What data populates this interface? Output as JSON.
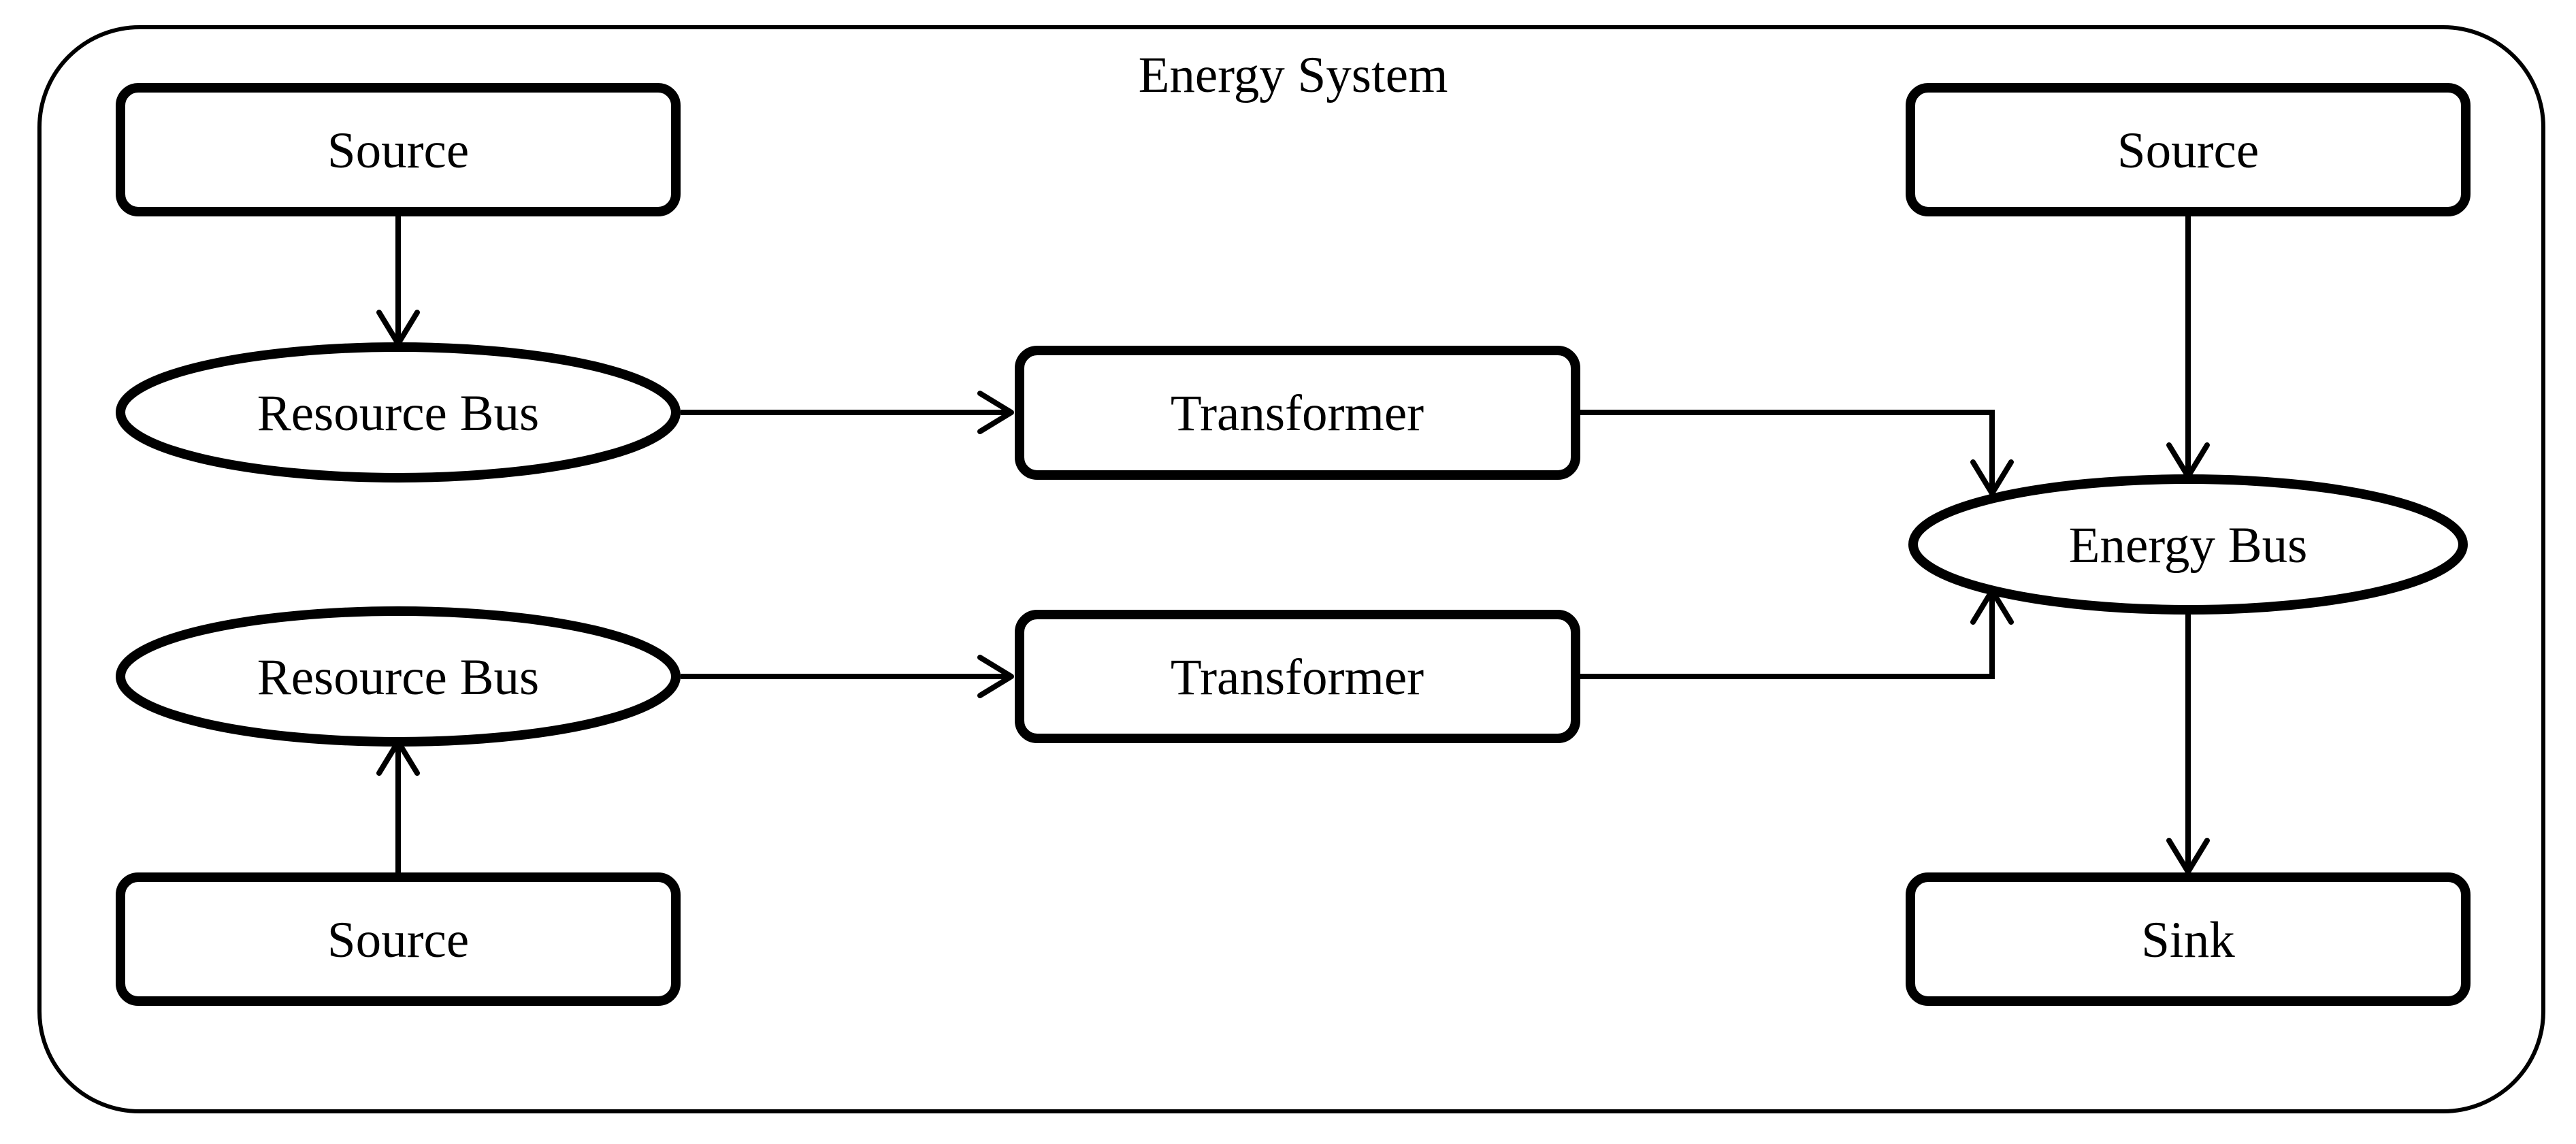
{
  "diagram": {
    "title": "Energy System",
    "colors": {
      "stroke": "#000000",
      "background": "#ffffff"
    },
    "nodes": [
      {
        "id": "source-top-left",
        "label": "Source",
        "shape": "rounded-rect"
      },
      {
        "id": "resource-bus-top",
        "label": "Resource Bus",
        "shape": "ellipse"
      },
      {
        "id": "transformer-top",
        "label": "Transformer",
        "shape": "rounded-rect"
      },
      {
        "id": "resource-bus-bottom",
        "label": "Resource Bus",
        "shape": "ellipse"
      },
      {
        "id": "transformer-bottom",
        "label": "Transformer",
        "shape": "rounded-rect"
      },
      {
        "id": "source-bottom-left",
        "label": "Source",
        "shape": "rounded-rect"
      },
      {
        "id": "source-top-right",
        "label": "Source",
        "shape": "rounded-rect"
      },
      {
        "id": "energy-bus",
        "label": "Energy Bus",
        "shape": "ellipse"
      },
      {
        "id": "sink",
        "label": "Sink",
        "shape": "rounded-rect"
      }
    ],
    "edges": [
      {
        "from": "source-top-left",
        "to": "resource-bus-top"
      },
      {
        "from": "resource-bus-top",
        "to": "transformer-top"
      },
      {
        "from": "transformer-top",
        "to": "energy-bus"
      },
      {
        "from": "resource-bus-bottom",
        "to": "transformer-bottom"
      },
      {
        "from": "transformer-bottom",
        "to": "energy-bus"
      },
      {
        "from": "source-top-right",
        "to": "energy-bus"
      },
      {
        "from": "source-bottom-left",
        "to": "resource-bus-bottom"
      },
      {
        "from": "energy-bus",
        "to": "sink"
      }
    ]
  }
}
